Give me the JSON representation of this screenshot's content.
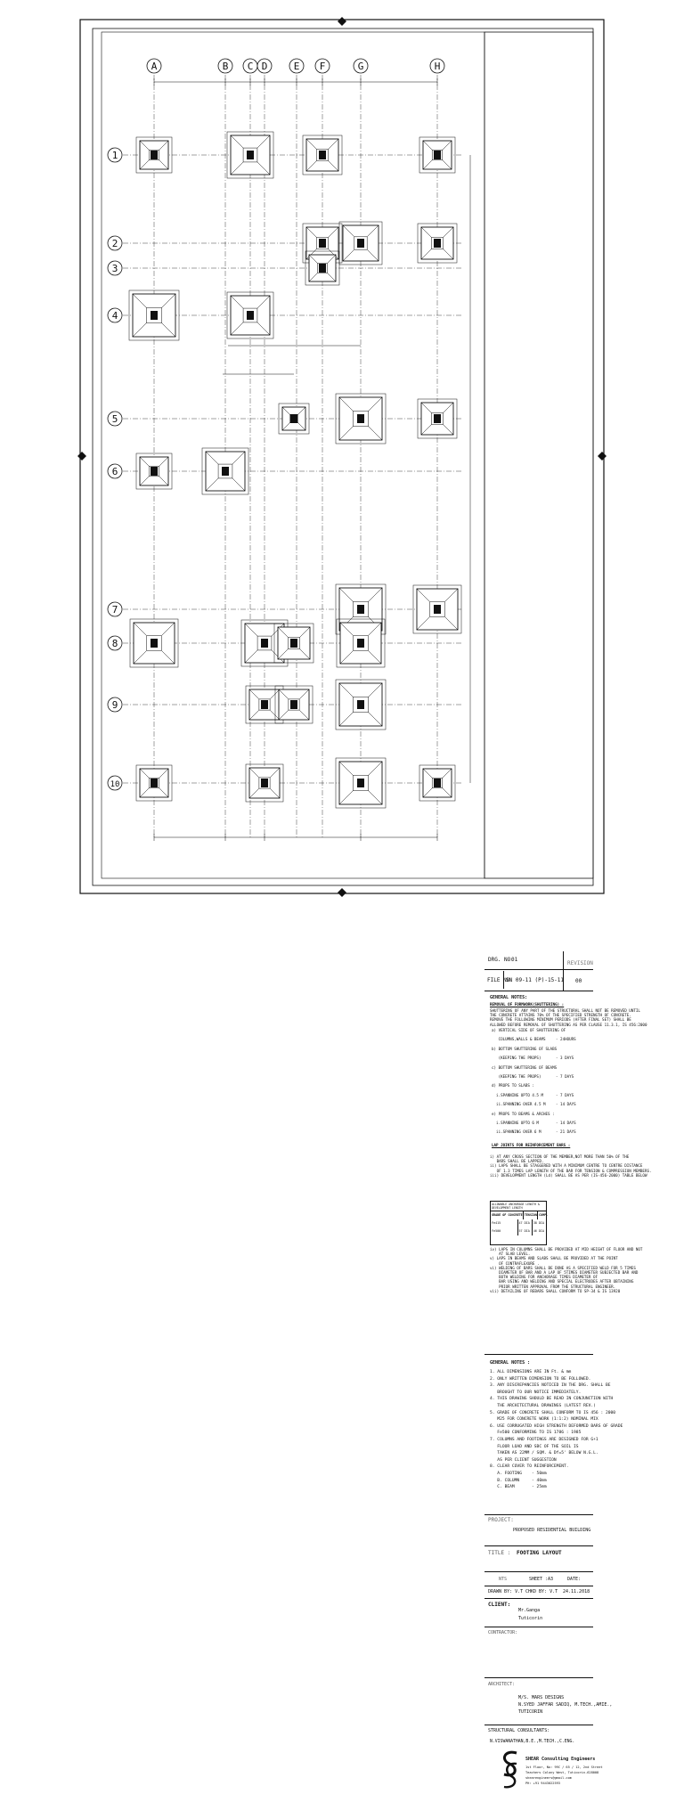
{
  "grid": {
    "columns": [
      "A",
      "B",
      "C",
      "D",
      "E",
      "F",
      "G",
      "H"
    ],
    "rows": [
      "1",
      "2",
      "3",
      "4",
      "5",
      "6",
      "7",
      "8",
      "9",
      "10"
    ]
  },
  "title_block": {
    "drg_no_label": "DRG. NO.",
    "drg_no": "01",
    "revision_label": "REVISION",
    "revision": "00",
    "file_no_label": "FILE NO.",
    "file_no": "SN 09-11 (P)-15-11",
    "general_notes_title": "GENERAL NOTES:",
    "removal_title": "REMOVAL OF FORMWORK(SHUTTERING) :",
    "removal_text": [
      "SHUTTERING OF ANY PART OF THE STRUCTURAL SHALL NOT BE REMOVED UNTIL",
      "THE CONCRETE ATTAINS 70% OF THE SPECIFIED STRENGTH OF CONCRETE.",
      "REMOVE THE FOLLOWING MINIMUM PERIODS (AFTER FINAL SET) SHALL BE",
      "ALLOWED BEFORE REMOVAL OF SHUTTERING AS PER CLAUSE 11.3.1, IS 456:2000"
    ],
    "removal_items": [
      {
        "text": "a) VERTICAL SIDE OF SHUTTERING OF",
        "value": ""
      },
      {
        "text": "   COLUMNS,WALLS & BEAMS",
        "value": "- 24HOURS"
      },
      {
        "text": "b) BOTTOM SHUTTERING OF SLABS",
        "value": ""
      },
      {
        "text": "   (KEEPING THE PROPS)",
        "value": "- 3 DAYS"
      },
      {
        "text": "c) BOTTOM SHUTTERING OF BEAMS",
        "value": ""
      },
      {
        "text": "   (KEEPING THE PROPS)",
        "value": "- 7 DAYS"
      },
      {
        "text": "d) PROPS TO SLABS :",
        "value": ""
      },
      {
        "text": "  i.SPANNING UPTO 4.5 M",
        "value": "- 7 DAYS"
      },
      {
        "text": "  ii.SPANNING OVER 4.5 M",
        "value": "- 14 DAYS"
      },
      {
        "text": "e) PROPS TO BEAMS & ARCHES :",
        "value": ""
      },
      {
        "text": "  i.SPANNING UPTO 6 M",
        "value": "- 14 DAYS"
      },
      {
        "text": "  ii.SPANNING OVER 6 M",
        "value": "- 21 DAYS"
      }
    ],
    "lap_title": "LAP JOINTS FOR REINFORCEMENT BARS :",
    "lap_text": [
      "i) AT ANY CROSS SECTION OF THE MEMBER,NOT MORE THAN 50% OF THE",
      "   BARS SHALL BE LAPPED.",
      "ii) LAPS SHALL BE STAGGERED WITH A MINIMUM CENTRE TO CENTRE DISTANCE",
      "   OF 1.3 TIMES LAP LENGTH OF THE BAR FOR TENSION & COMPRESSION MEMBERS.",
      "iii) DEVELOPMENT LENGTH (Ld) SHALL BE AS PER (IS-456-2000) TABLE BELOW"
    ],
    "ld_table": {
      "header": "ALLOWABLE ANCHORAGE LENGTH & DEVELOPMENT LENGTH",
      "cols": [
        "GRADE OF CONCRETE",
        "TENSION",
        "COMP."
      ],
      "rows": [
        [
          "Fe415",
          "47 DIA",
          "38 DIA"
        ],
        [
          "Fe500",
          "57 DIA",
          "46 DIA"
        ]
      ]
    },
    "lap_more": [
      "iv) LAPS IN COLUMNS SHALL BE PROVIDED AT MID HEIGHT OF FLOOR AND NOT",
      "    AT SLAB LEVEL.",
      "v) LAPS IN BEAMS AND SLABS SHALL BE PROVIDED AT THE POINT",
      "    OF CONTRAFLEXURE .",
      "vi) WELDING OF BARS SHALL BE DONE AS A SPECIFIED WELD FOR 5 TIMES",
      "    DIAMETER OF BAR AND A LAP OF 5TIMES DIAMETER SUBJECTED BAR AND",
      "    BOTH WELDING FOR ANCHORAGE TIMES DIAMETER OF",
      "    BAR USING AND WELDING AND SPECIAL ELECTRODES AFTER OBTAINING",
      "    PRIOR WRITTEN APPROVAL FROM THE STRUCTURAL ENGINEER.",
      "vii) DETAILING OF REBARS SHALL CONFORM TO SP-34 & IS 13920"
    ],
    "general_notes_2_title": "GENERAL NOTES :",
    "general_notes_2": [
      "1. ALL DIMENSIONS ARE IN Ft. & mm",
      "2. ONLY WRITTEN DIMENSION TO BE FOLLOWED.",
      "3. ANY DISCREPANCIES NOTICED IN THE DRG. SHALL BE",
      "   BROUGHT TO OUR NOTICE IMMEDIATELY.",
      "4. THIS DRAWING SHOULD BE READ IN CONJUNCTION WITH",
      "   THE ARCHITECTURAL DRAWINGS (LATEST REV.)",
      "5. GRADE OF CONCRETE SHALL CONFORM TO IS 456 : 2000",
      "   M25 FOR CONCRETE WORK (1:1:2) NOMINAL MIX",
      "6. USE CORRUGATED HIGH STRENGTH DEFORMED BARS OF GRADE",
      "   Fe500 CONFORMING TO IS 1786 : 1985",
      "7. COLUMNS AND FOOTINGS ARE DESIGNED FOR G+1",
      "   FLOOR LOAD AND SBC OF THE SOIL IS",
      "   TAKEN AS 22MM / SQM. & Df=5' BELOW N.G.L.",
      "   AS PER CLIENT SUGGESTION",
      "8. CLEAR COVER TO REINFORCEMENT.",
      "   A. FOOTING    - 50mm",
      "   B. COLUMN     - 40mm",
      "   C. BEAM       - 25mm"
    ],
    "project_label": "PROJECT:",
    "project": "PROPOSED RESIDENTIAL BUILDING",
    "title_label": "TITLE :",
    "title": "FOOTING LAYOUT",
    "nts": "NTS",
    "sheet_label": "SHEET :",
    "sheet": "A3",
    "date_label": "DATE:",
    "drawn_by": "DRAWN BY: V.T",
    "chkd_by": "CHKD BY: V.T",
    "date": "24.11.2018",
    "client_label": "CLIENT:",
    "client_line1": "Mr.Ganga",
    "client_line2": "Tuticorin",
    "contractor_label": "CONTRACTOR:",
    "architect_label": "ARCHITECT:",
    "architect": [
      "M/S. MARS DESIGNS",
      "N.SYED JAFFAR SADIQ, M.TECH.,AMIE.,",
      "TUTICORIN"
    ],
    "consultants_label": "STRUCTURAL CONSULTANTS:",
    "consultant_name": "N.VISWANATHAN,B.E.,M.TECH.,C.ENG.",
    "firm": "SHEAR Consulting Engineers",
    "firm_address": [
      "1st Floor, No: 99C / 65 / 12, 2nd Street",
      "Teachers Colony West, Tuticorin-628008",
      "shearengineers@gmail.com",
      "PH: +91 9443022593"
    ]
  }
}
